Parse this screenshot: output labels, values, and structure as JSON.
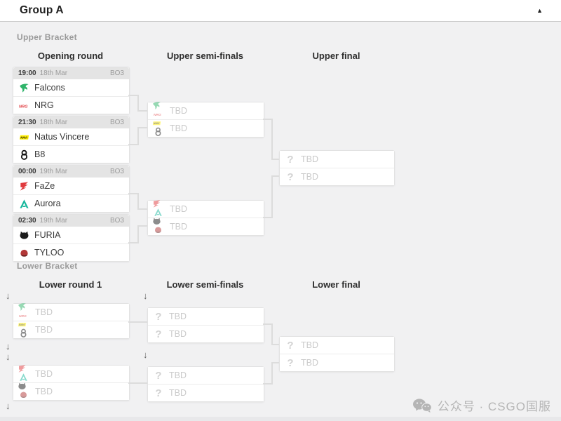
{
  "group_header": {
    "title": "Group A",
    "collapse_icon": "caret-up"
  },
  "upper_bracket": {
    "section_label": "Upper Bracket",
    "column_headers": [
      "Opening round",
      "Upper semi-finals",
      "Upper final"
    ],
    "opening_round": [
      {
        "time": "19:00",
        "date": "18th Mar",
        "format": "BO3",
        "teams": [
          "Falcons",
          "NRG"
        ],
        "icons": [
          "falcons",
          "nrg"
        ]
      },
      {
        "time": "21:30",
        "date": "18th Mar",
        "format": "BO3",
        "teams": [
          "Natus Vincere",
          "B8"
        ],
        "icons": [
          "navi",
          "b8"
        ]
      },
      {
        "time": "00:00",
        "date": "19th Mar",
        "format": "BO3",
        "teams": [
          "FaZe",
          "Aurora"
        ],
        "icons": [
          "faze",
          "aurora"
        ]
      },
      {
        "time": "02:30",
        "date": "19th Mar",
        "format": "BO3",
        "teams": [
          "FURIA",
          "TYLOO"
        ],
        "icons": [
          "furia",
          "tyloo"
        ]
      }
    ],
    "semi_finals": [
      {
        "slots": [
          {
            "label": "TBD",
            "icons": [
              "falcons",
              "nrg"
            ]
          },
          {
            "label": "TBD",
            "icons": [
              "navi",
              "b8"
            ]
          }
        ]
      },
      {
        "slots": [
          {
            "label": "TBD",
            "icons": [
              "faze",
              "aurora"
            ]
          },
          {
            "label": "TBD",
            "icons": [
              "furia",
              "tyloo"
            ]
          }
        ]
      }
    ],
    "final": {
      "slots": [
        {
          "label": "TBD",
          "icons": [
            "question"
          ]
        },
        {
          "label": "TBD",
          "icons": [
            "question"
          ]
        }
      ]
    }
  },
  "lower_bracket": {
    "section_label": "Lower Bracket",
    "column_headers": [
      "Lower round 1",
      "Lower semi-finals",
      "Lower final"
    ],
    "round1": [
      {
        "slots": [
          {
            "label": "TBD",
            "icons": [
              "falcons",
              "nrg"
            ]
          },
          {
            "label": "TBD",
            "icons": [
              "navi",
              "b8"
            ]
          }
        ]
      },
      {
        "slots": [
          {
            "label": "TBD",
            "icons": [
              "faze",
              "aurora"
            ]
          },
          {
            "label": "TBD",
            "icons": [
              "furia",
              "tyloo"
            ]
          }
        ]
      }
    ],
    "semi_finals": [
      {
        "slots": [
          {
            "label": "TBD",
            "icons": [
              "question"
            ]
          },
          {
            "label": "TBD",
            "icons": [
              "question"
            ]
          }
        ]
      },
      {
        "slots": [
          {
            "label": "TBD",
            "icons": [
              "question"
            ]
          },
          {
            "label": "TBD",
            "icons": [
              "question"
            ]
          }
        ]
      }
    ],
    "final": {
      "slots": [
        {
          "label": "TBD",
          "icons": [
            "question"
          ]
        },
        {
          "label": "TBD",
          "icons": [
            "question"
          ]
        }
      ]
    }
  },
  "colors": {
    "falcons_green": "#2fb46a",
    "nrg_red": "#e03a3e",
    "navi_yellow": "#ffee00",
    "faze_red": "#e03a3e",
    "aurora_teal": "#17b79c",
    "tyloo_red": "#b23737",
    "connector_gray": "#dcdcdc"
  },
  "watermark": {
    "icon": "wechat",
    "text": "公众号 · CSGO国服"
  }
}
